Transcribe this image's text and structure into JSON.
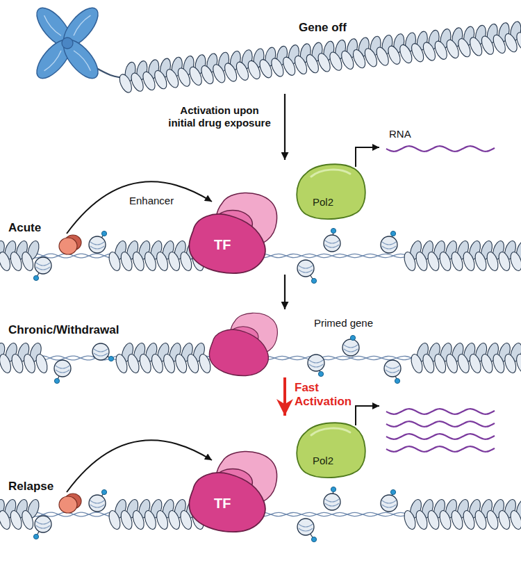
{
  "diagram": {
    "nodes": [
      {
        "text": [
          "Gene off"
        ]
      },
      {
        "text": [
          "Acute"
        ]
      },
      {
        "text": [
          "TF"
        ],
        "in": 1
      },
      {
        "text": [
          "Pol2"
        ],
        "in": 1
      },
      {
        "text": [
          "Chronic/Withdrawal"
        ]
      },
      {
        "text": [
          "Relapse"
        ]
      },
      {
        "text": [
          "TF"
        ],
        "in": 5
      },
      {
        "text": [
          "Pol2"
        ],
        "in": 5
      }
    ],
    "edges": [
      {
        "from": 0,
        "to": 1,
        "arrow": "to",
        "label": "Activation upon initial drug exposure"
      },
      {
        "from": 1,
        "to": 4,
        "arrow": "to"
      },
      {
        "from": 4,
        "to": 5,
        "arrow": "to",
        "label": "Fast Activation"
      }
    ],
    "labels": [
      "Enhancer",
      "RNA",
      "Primed gene"
    ]
  }
}
